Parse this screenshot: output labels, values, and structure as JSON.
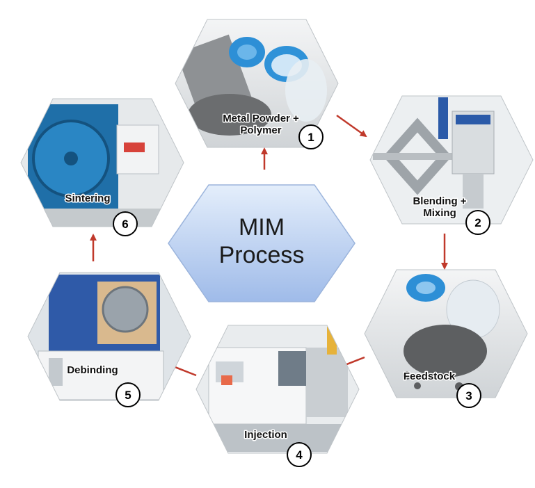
{
  "center": {
    "line1": "MIM",
    "line2": "Process"
  },
  "steps": [
    {
      "number": "1",
      "label_line1": "Metal Powder +",
      "label_line2": "Polymer"
    },
    {
      "number": "2",
      "label_line1": "Blending +",
      "label_line2": "Mixing"
    },
    {
      "number": "3",
      "label_line1": "Feedstock",
      "label_line2": ""
    },
    {
      "number": "4",
      "label_line1": "Injection",
      "label_line2": ""
    },
    {
      "number": "5",
      "label_line1": "Debinding",
      "label_line2": ""
    },
    {
      "number": "6",
      "label_line1": "Sintering",
      "label_line2": ""
    }
  ],
  "colors": {
    "arrow": "#c0392b",
    "center_fill_top": "#dce8f9",
    "center_fill_bottom": "#a7c2ec",
    "center_stroke": "#9bb4dc"
  }
}
